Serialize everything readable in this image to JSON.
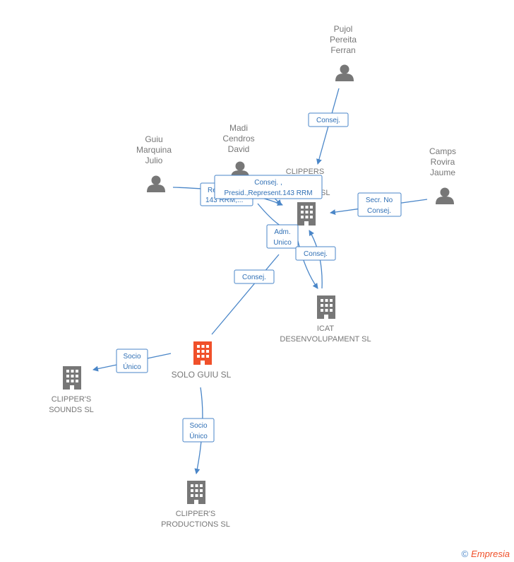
{
  "nodes": {
    "pujol": [
      "Pujol",
      "Pereita",
      "Ferran"
    ],
    "madi": [
      "Madi",
      "Cendros",
      "David"
    ],
    "guiu": [
      "Guiu",
      "Marquina",
      "Julio"
    ],
    "camps": [
      "Camps",
      "Rovira",
      "Jaume"
    ],
    "clippers": [
      "CLIPPERS",
      "SL"
    ],
    "icat": [
      "ICAT",
      "DESENVOLUPAMENT SL"
    ],
    "solo": [
      "SOLO GUIU SL"
    ],
    "sounds": [
      "CLIPPER'S",
      "SOUNDS SL"
    ],
    "productions": [
      "CLIPPER'S",
      "PRODUCTIONS SL"
    ]
  },
  "edges": {
    "pujol_clippers": [
      "Consej."
    ],
    "madi_clippers": [
      "Consej. ,",
      "Presid.,Represent.143 RRM"
    ],
    "guiu_clippers": [
      "Re",
      "143 RRM,..."
    ],
    "camps_clippers": [
      "Secr.  No",
      "Consej."
    ],
    "solo_clippers": [
      "Adm.",
      "Unico"
    ],
    "icat_clippers": [
      "Consej."
    ],
    "solo_icat": [
      "Consej."
    ],
    "solo_sounds": [
      "Socio",
      "Único"
    ],
    "solo_productions": [
      "Socio",
      "Único"
    ]
  },
  "brand": {
    "symbol": "©",
    "name": "Empresia"
  },
  "colors": {
    "edge": "#4a86c8",
    "node": "#777777",
    "focus": "#f0502a"
  }
}
